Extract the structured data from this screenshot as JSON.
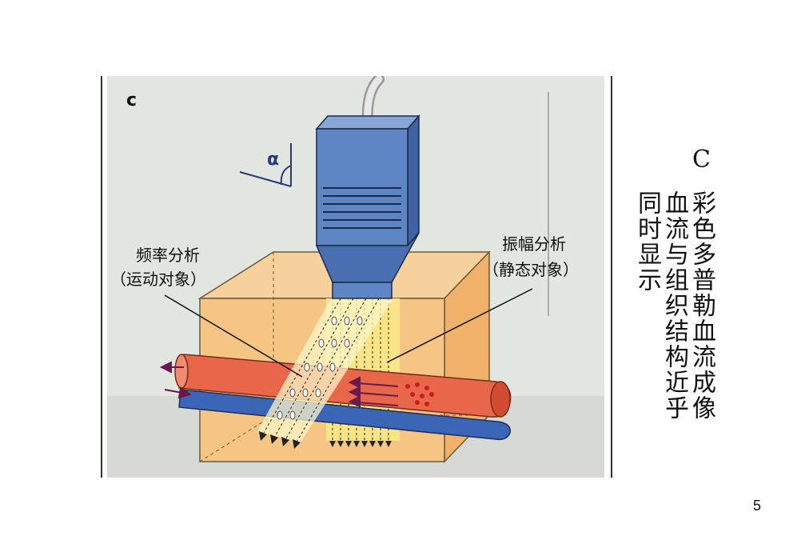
{
  "figure": {
    "panel_letter": "c",
    "angle_symbol": "α",
    "label_left_line1": "频率分析",
    "label_left_line2": "（运动对象）",
    "label_right_line1": "振幅分析",
    "label_right_line2": "（静态对象）"
  },
  "caption": {
    "letter": "C",
    "col1": "彩色多普勒血流成像",
    "col2": "血流与组织结构近乎",
    "col3": "同时显示"
  },
  "page_number": "5",
  "colors": {
    "box": "#f6c483",
    "artery": "#e8664a",
    "vein": "#3b66b6",
    "probe": "#5f86c4"
  }
}
